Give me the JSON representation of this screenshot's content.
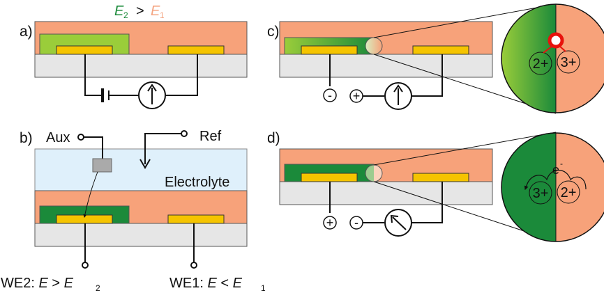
{
  "title": {
    "e2": "E",
    "e2_sub": "2",
    "gt": ">",
    "e1": "E",
    "e1_sub": "1"
  },
  "panels": {
    "a": "a)",
    "b": "b)",
    "c": "c)",
    "d": "d)"
  },
  "panel_b": {
    "aux": "Aux",
    "ref": "Ref",
    "electrolyte": "Electrolyte",
    "we2_prefix": "WE2: ",
    "we2_var": "E",
    "we2_op": " > ",
    "we2_e": "E",
    "we2_sub": "2",
    "we1_prefix": "WE1: ",
    "we1_var": "E",
    "we1_op": " < ",
    "we1_e": "E",
    "we1_sub": "1"
  },
  "panel_c": {
    "minus": "-",
    "plus": "+",
    "ion_left": "2+",
    "ion_right": "3+"
  },
  "panel_d": {
    "plus": "+",
    "minus": "-",
    "ion_left": "3+",
    "ion_right": "2+",
    "electron": "e",
    "electron_sup": "-"
  },
  "colors": {
    "orange": "#f7a27a",
    "orange_label": "#f4a582",
    "light_green": "#9acd3a",
    "dark_green": "#1b8a3a",
    "gold": "#f5c400",
    "substrate": "#e6e6e6",
    "electrolyte": "#dff0fb",
    "red": "#e8120c"
  }
}
